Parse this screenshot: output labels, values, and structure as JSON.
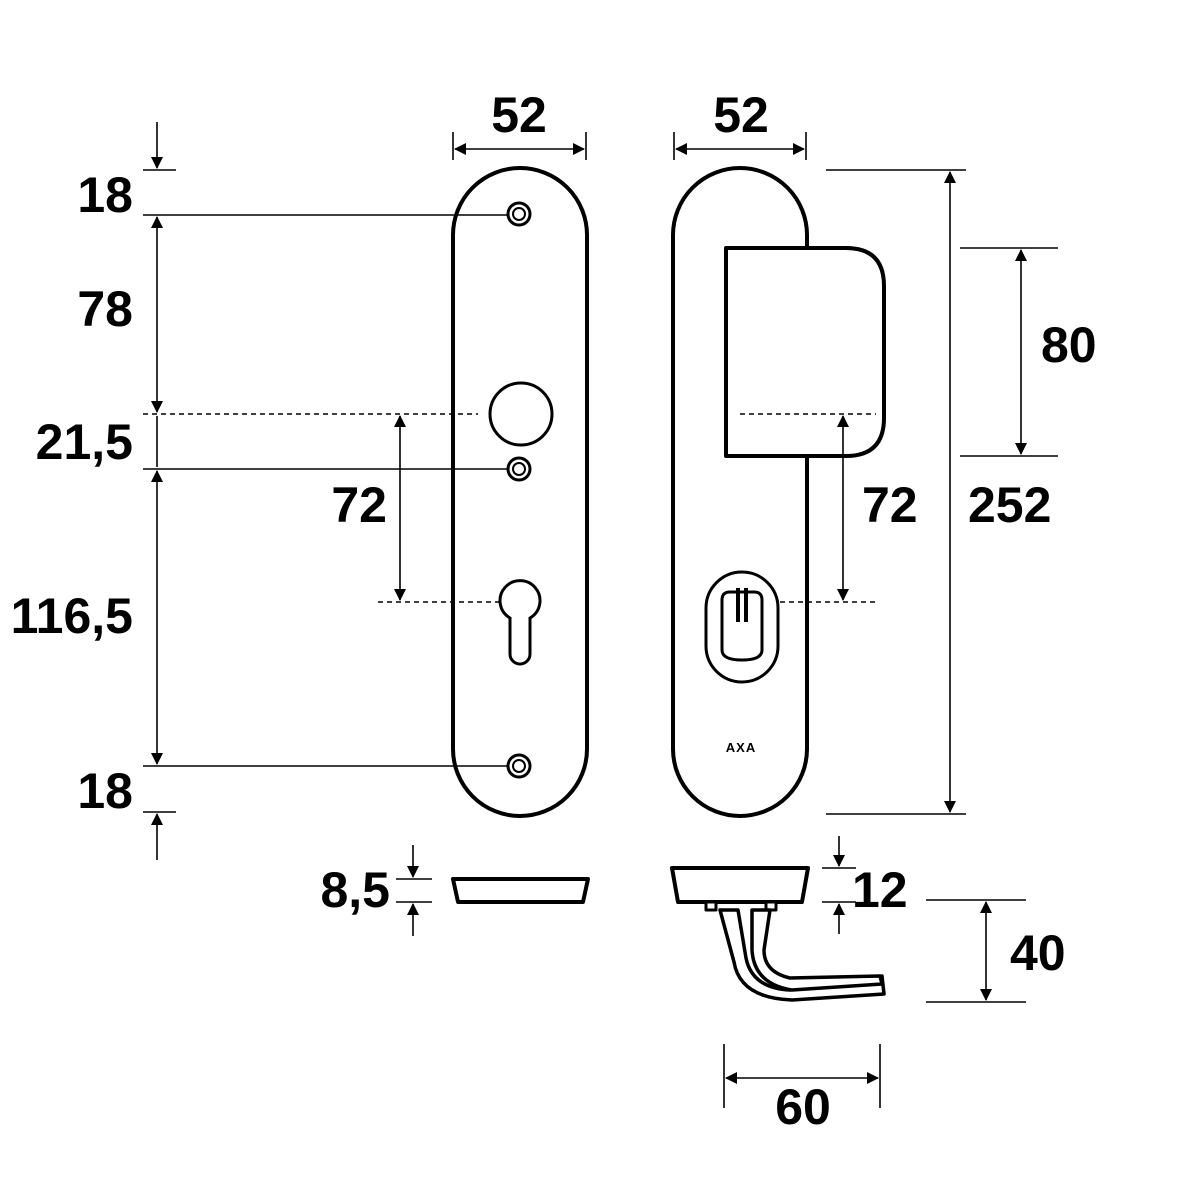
{
  "dimensions": {
    "left_plate_width": "52",
    "right_plate_width": "52",
    "top_margin": "18",
    "handle_to_spindle": "78",
    "spindle_to_screw": "21,5",
    "screw_to_bottom_screw": "116,5",
    "bottom_margin": "18",
    "left_center_distance": "72",
    "right_center_distance": "72",
    "overall_height": "252",
    "cover_height": "80",
    "left_plate_thickness": "8,5",
    "right_plate_thickness": "12",
    "handle_projection": "40",
    "handle_length": "60"
  },
  "brand": "AXA"
}
